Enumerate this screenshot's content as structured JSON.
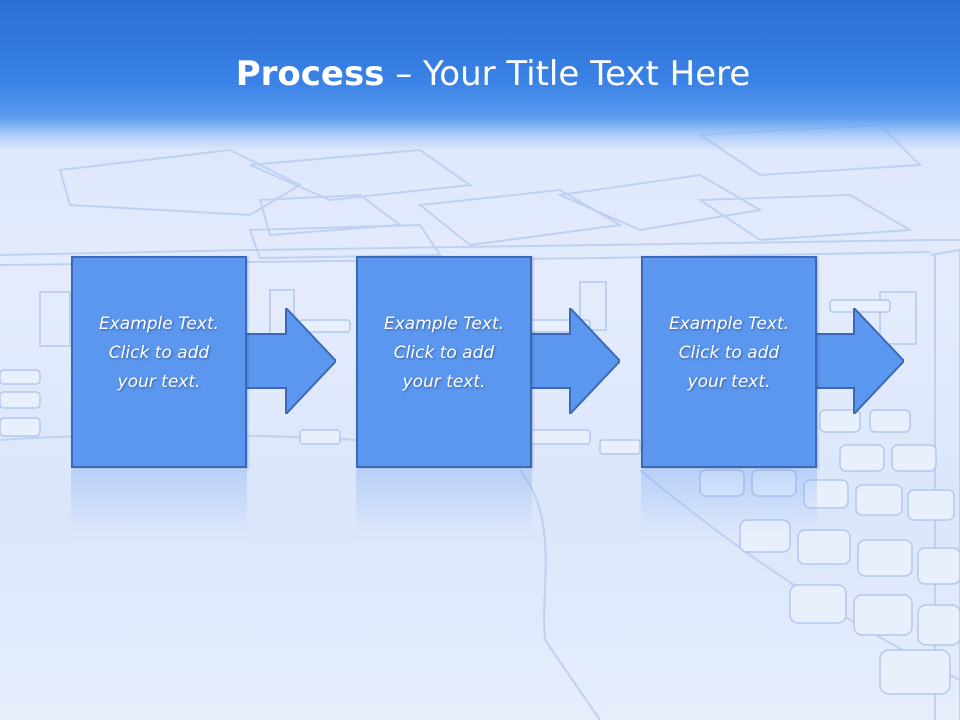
{
  "slide": {
    "title_bold": "Process",
    "title_rest": " – Your Title Text Here"
  },
  "steps": [
    {
      "line1": "Example Text.",
      "line2": "Click  to add",
      "line3": "your text."
    },
    {
      "line1": "Example Text.",
      "line2": "Click  to add",
      "line3": "your text."
    },
    {
      "line1": "Example Text.",
      "line2": "Click  to add",
      "line3": "your text."
    }
  ],
  "colors": {
    "box_fill": "#5b97ef",
    "box_border": "#3c69b7",
    "title_band": "#2b6fd3",
    "text": "#ffffff"
  },
  "icons": [
    "right-arrow-icon"
  ]
}
